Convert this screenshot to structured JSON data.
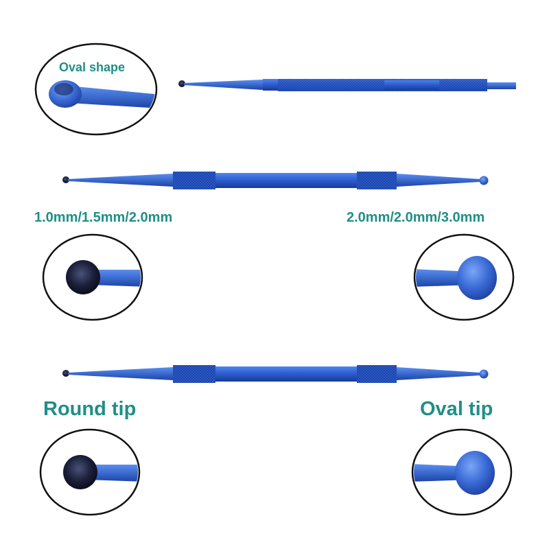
{
  "labels": {
    "oval_shape": "Oval shape",
    "left_sizes": "1.0mm/1.5mm/2.0mm",
    "right_sizes": "2.0mm/2.0mm/3.0mm",
    "round_tip": "Round tip",
    "oval_tip": "Oval tip"
  },
  "colors": {
    "label_teal": "#1f8f86",
    "instrument_blue": "#2e5fd0",
    "instrument_dark": "#163a9a",
    "tip_dark": "#1b1f3a",
    "outline": "#111111"
  }
}
